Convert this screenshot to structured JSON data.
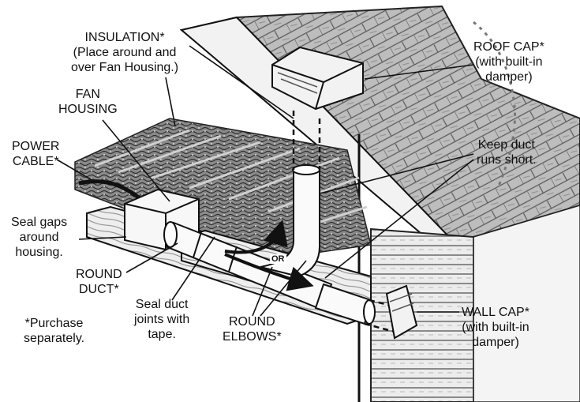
{
  "labels": {
    "insulation": [
      "INSULATION*",
      "(Place around and",
      "over Fan Housing.)"
    ],
    "fan_housing": [
      "FAN",
      "HOUSING"
    ],
    "power_cable": [
      "POWER",
      "CABLE*"
    ],
    "seal_gaps": [
      "Seal gaps",
      "around",
      "housing."
    ],
    "round_duct": [
      "ROUND",
      "DUCT*"
    ],
    "seal_joints": [
      "Seal duct",
      "joints with",
      "tape."
    ],
    "purchase_note": [
      "*Purchase",
      "separately."
    ],
    "round_elbows": [
      "ROUND",
      "ELBOWS*"
    ],
    "roof_cap": [
      "ROOF CAP*",
      "(with built-in",
      "damper)"
    ],
    "keep_short": [
      "Keep duct",
      "runs short."
    ],
    "wall_cap": [
      "WALL CAP*",
      "(with built-in",
      "damper)"
    ],
    "or_mark": "OR"
  },
  "colors": {
    "ink": "#111111",
    "roof_shingle": "#b8b8b8",
    "siding": "#dcdcdc",
    "insulation": "#7a7a7a",
    "wood": "#e6e6e6"
  }
}
